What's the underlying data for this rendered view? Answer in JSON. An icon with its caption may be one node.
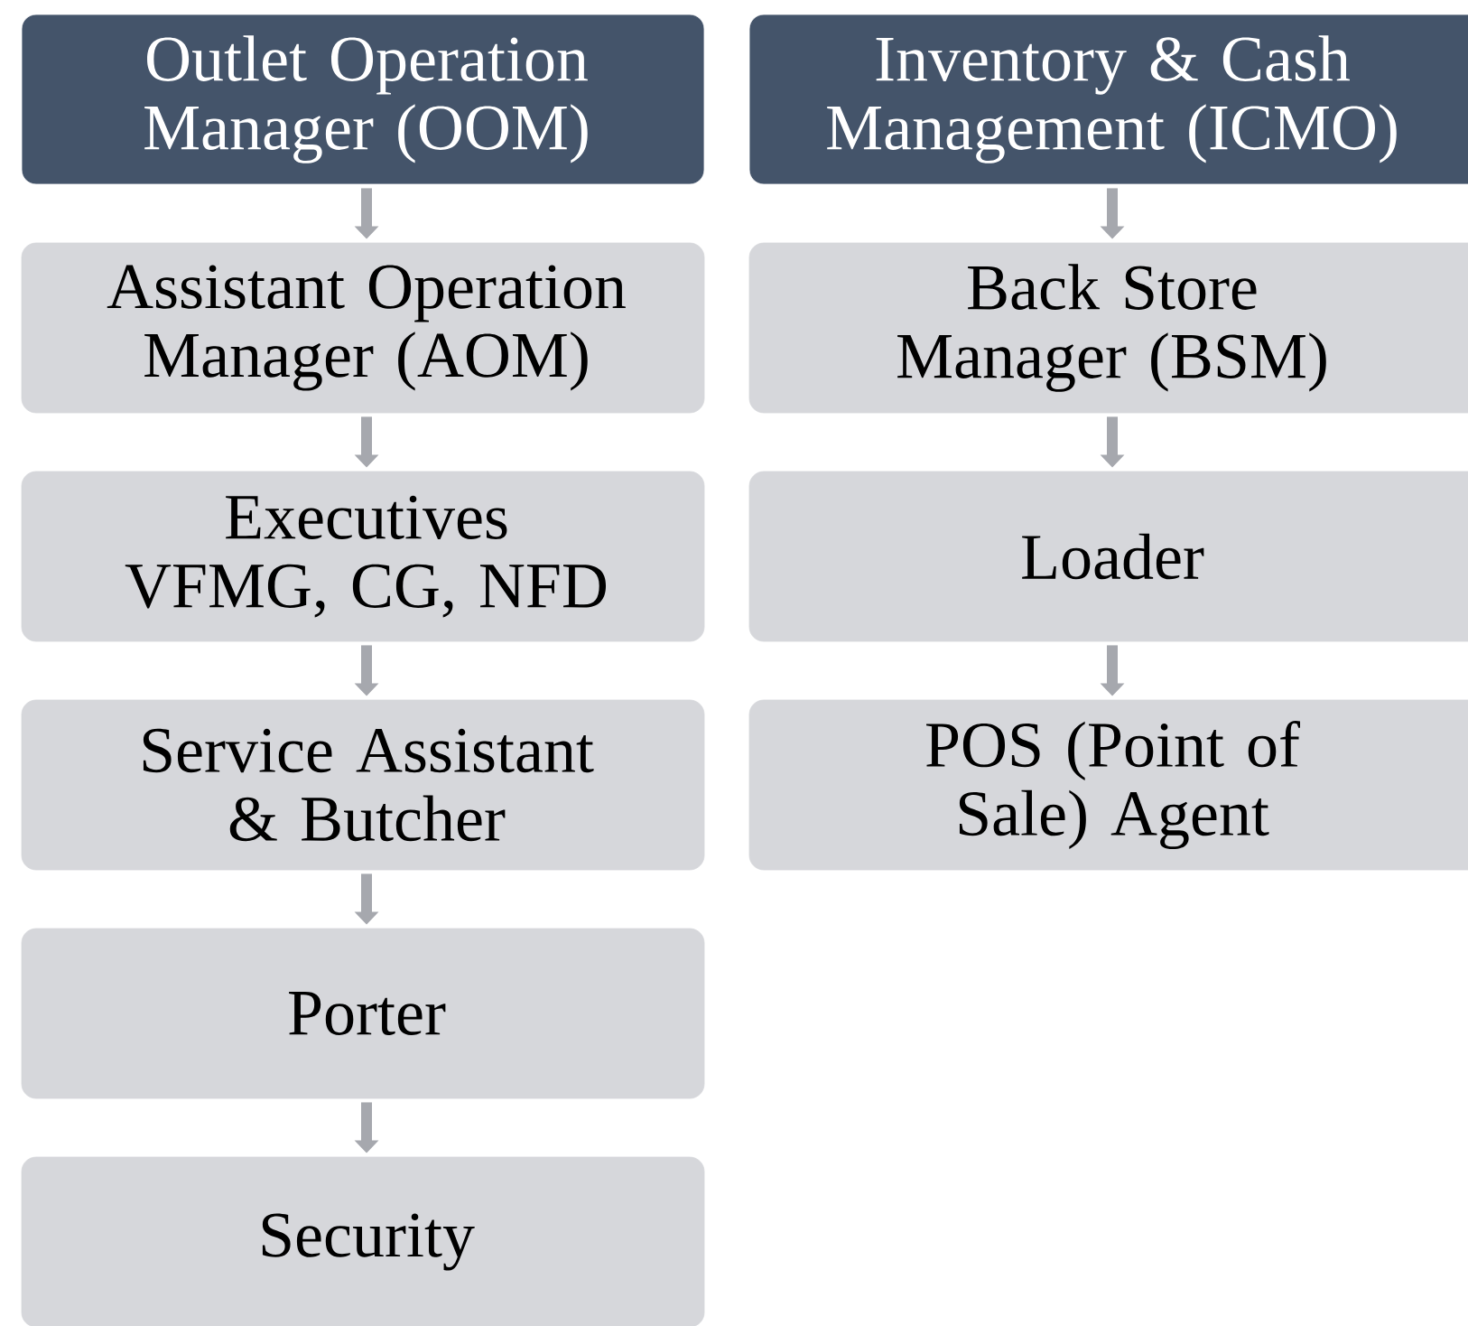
{
  "diagram": {
    "nodes": [
      {
        "text": [
          "Outlet Operation Manager (OOM)"
        ]
      },
      {
        "text": [
          "Assistant Operation Manager (AOM)"
        ]
      },
      {
        "text": [
          "Executives VFMG, CG, NFD"
        ]
      },
      {
        "text": [
          "Service Assistant & Butcher"
        ]
      },
      {
        "text": [
          "Porter"
        ]
      },
      {
        "text": [
          "Security"
        ]
      },
      {
        "text": [
          "Inventory & Cash Management (ICMO)"
        ]
      },
      {
        "text": [
          "Back Store Manager (BSM)"
        ]
      },
      {
        "text": [
          "Loader"
        ]
      },
      {
        "text": [
          "POS (Point of Sale) Agent"
        ]
      }
    ],
    "edges": [
      {
        "from": 0,
        "to": 1,
        "arrow": "to"
      },
      {
        "from": 1,
        "to": 2,
        "arrow": "to"
      },
      {
        "from": 2,
        "to": 3,
        "arrow": "to"
      },
      {
        "from": 3,
        "to": 4,
        "arrow": "to"
      },
      {
        "from": 4,
        "to": 5,
        "arrow": "to"
      },
      {
        "from": 6,
        "to": 7,
        "arrow": "to"
      },
      {
        "from": 7,
        "to": 8,
        "arrow": "to"
      },
      {
        "from": 8,
        "to": 9,
        "arrow": "to"
      }
    ]
  }
}
